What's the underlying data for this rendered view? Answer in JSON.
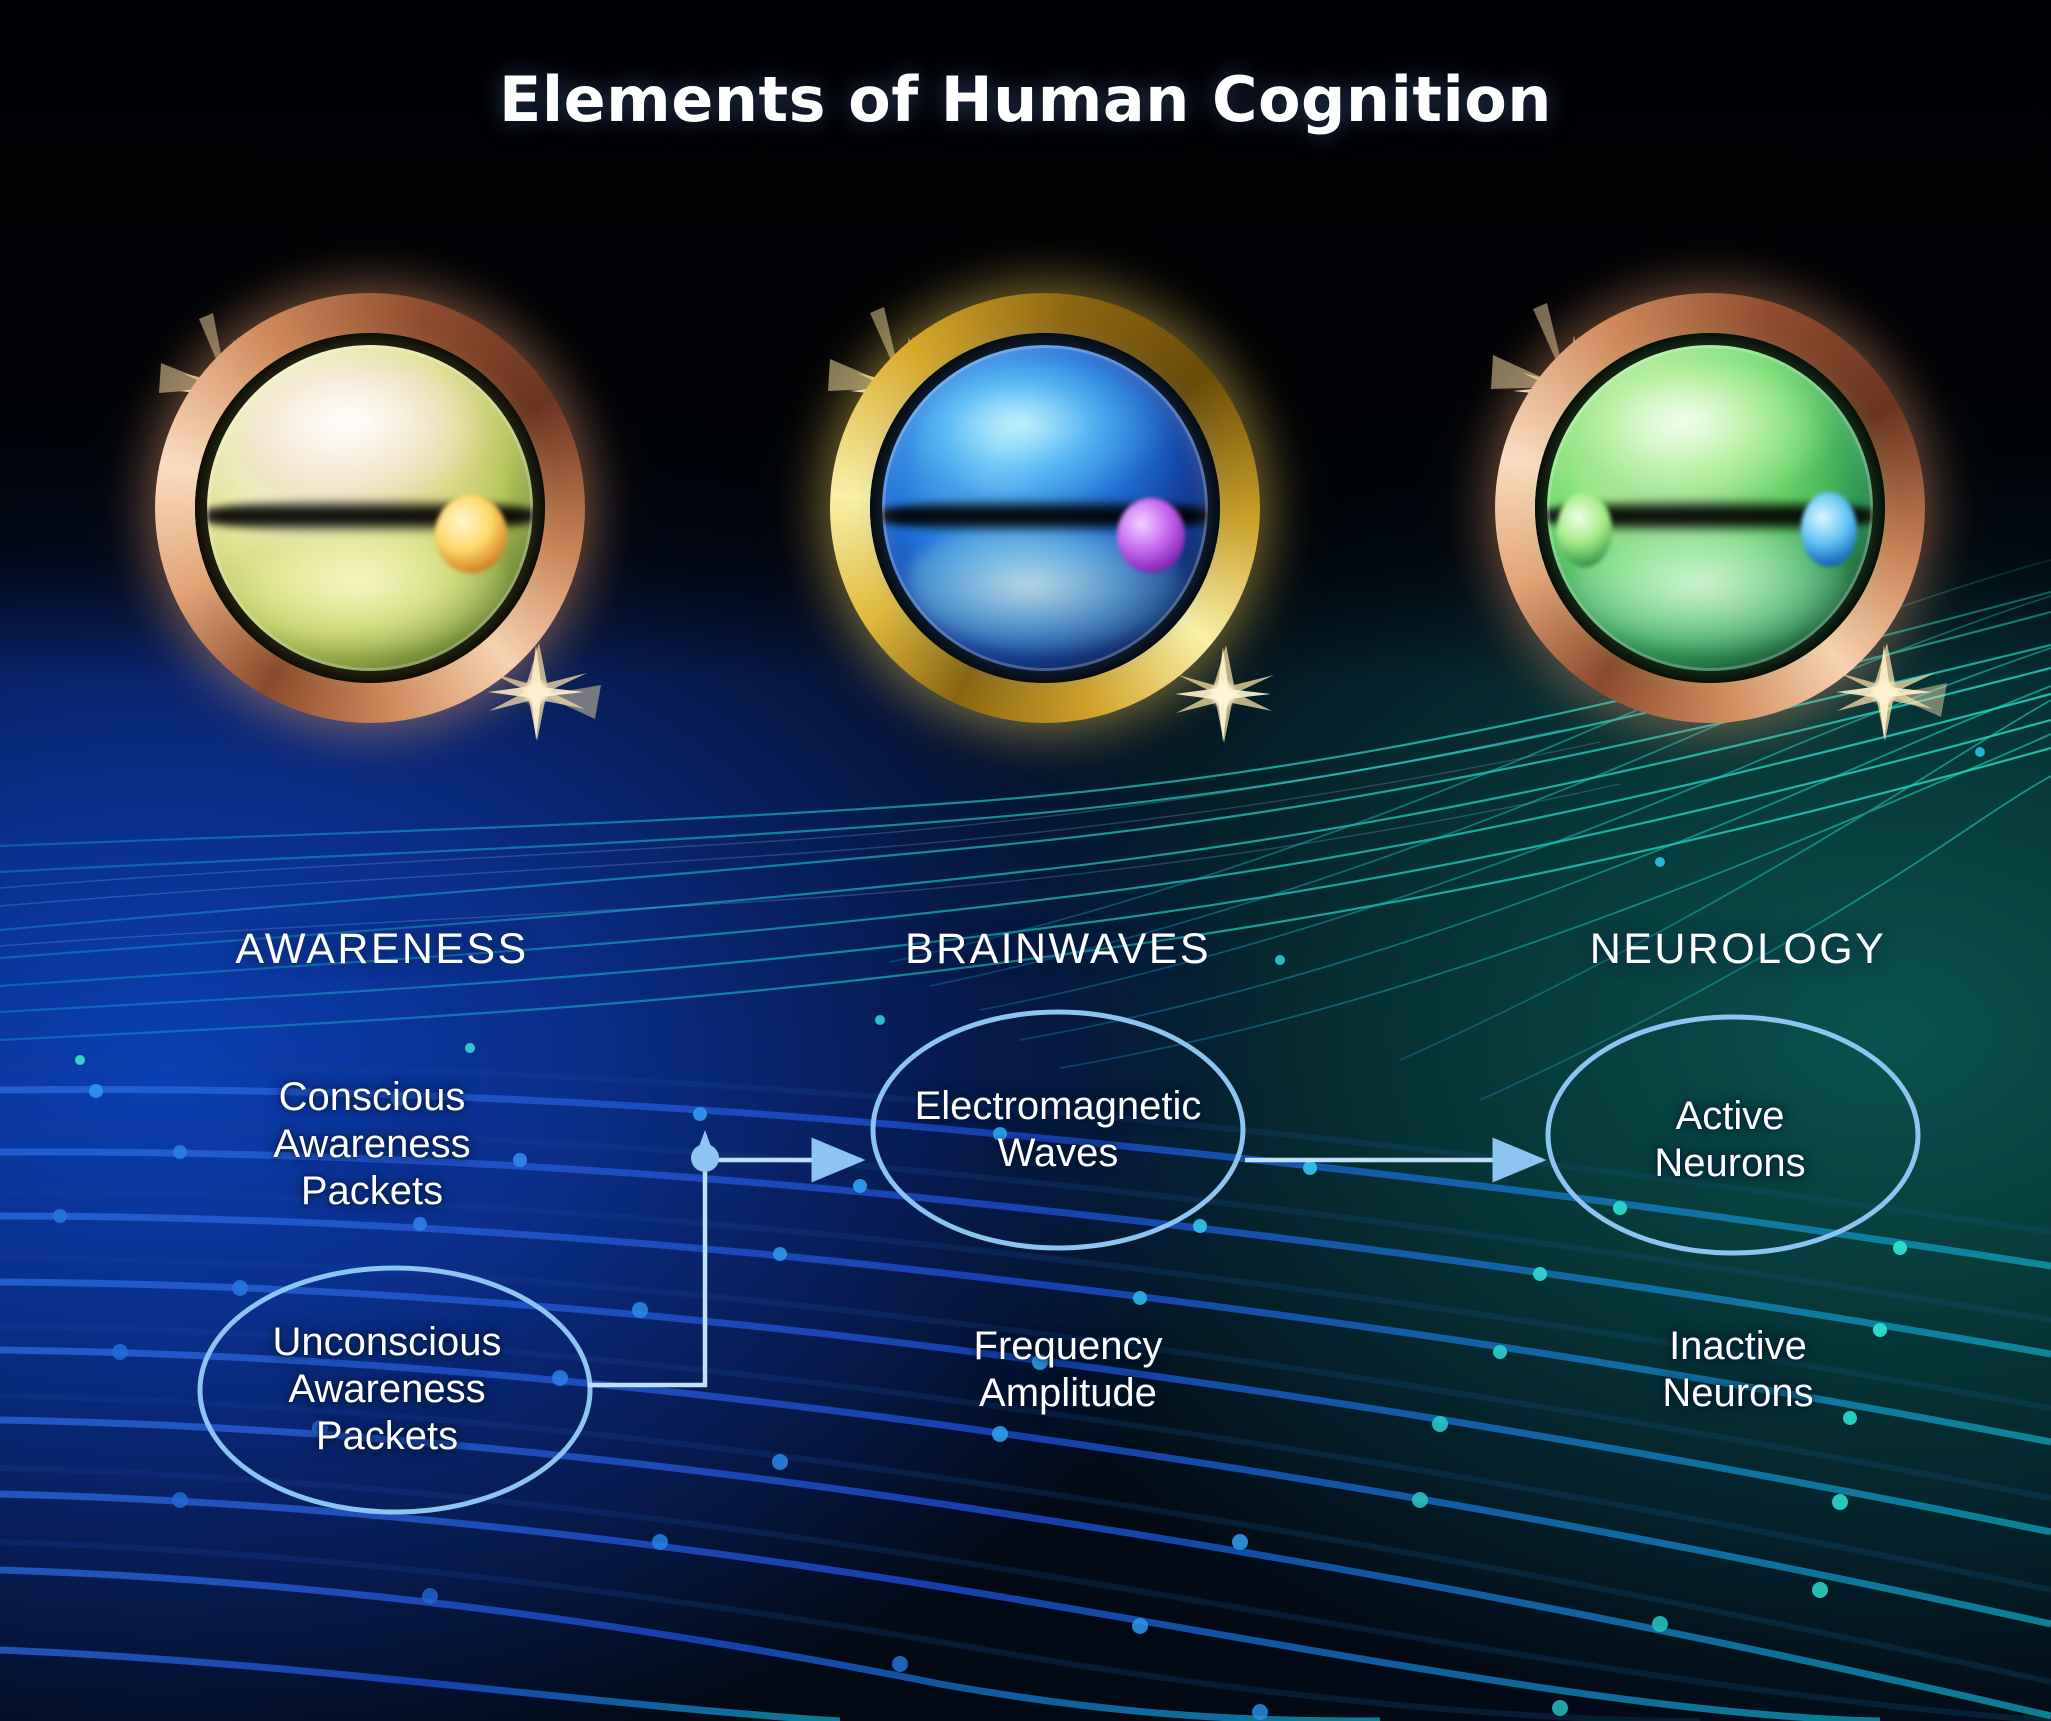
{
  "page": {
    "title": "Elements of Human Cognition",
    "background_colors": {
      "deep_navy": "#010814",
      "blue_glow": "#0b3fb4",
      "teal_glow": "#0a524e",
      "accent_line_blue": "#1d4fd8",
      "accent_line_teal": "#19c0b4",
      "outline_blue": "#74b6f0",
      "text_white": "#ffffff"
    }
  },
  "orbs": [
    {
      "name": "awareness-orb",
      "ring_color": "#c8825a",
      "ring_highlight": "#f6cdae",
      "bubble_primary": "#e8e2a8",
      "bubble_secondary": "#f3f0d8",
      "sparkle_color": "#ffe6b0",
      "label": "AWARENESS"
    },
    {
      "name": "brainwaves-orb",
      "ring_color": "#d8a72a",
      "ring_highlight": "#f9e89a",
      "bubble_primary": "#1f6fd8",
      "bubble_secondary": "#8fd6ef",
      "sparkle_color": "#ffe9a8",
      "label": "BRAINWAVES"
    },
    {
      "name": "neurology-orb",
      "ring_color": "#c8825a",
      "ring_highlight": "#f6cdae",
      "bubble_primary": "#6fdb6a",
      "bubble_secondary": "#cdf2c8",
      "sparkle_color": "#ffe6b0",
      "label": "NEUROLOGY"
    }
  ],
  "columns": [
    {
      "heading": "AWARENESS",
      "items": [
        {
          "label": "Conscious\nAwareness\nPackets",
          "lines": [
            "Conscious",
            "Awareness",
            "Packets"
          ],
          "shape": "none"
        },
        {
          "label": "Unconscious\nAwareness\nPackets",
          "lines": [
            "Unconscious",
            "Awareness",
            "Packets"
          ],
          "shape": "ellipse"
        }
      ]
    },
    {
      "heading": "BRAINWAVES",
      "items": [
        {
          "label": "Electromagnetic\nWaves",
          "lines": [
            "Electromagnetic",
            "Waves"
          ],
          "shape": "ellipse"
        },
        {
          "label": "Frequency\nAmplitude",
          "lines": [
            "Frequency",
            "Amplitude"
          ],
          "shape": "none"
        }
      ]
    },
    {
      "heading": "NEUROLOGY",
      "items": [
        {
          "label": "Active\nNeurons",
          "lines": [
            "Active",
            "Neurons"
          ],
          "shape": "ellipse"
        },
        {
          "label": "Inactive\nNeurons",
          "lines": [
            "Inactive",
            "Neurons"
          ],
          "shape": "none"
        }
      ]
    }
  ],
  "nodes": {
    "conscious_awareness_packets": {
      "l1": "Conscious",
      "l2": "Awareness",
      "l3": "Packets"
    },
    "unconscious_awareness_packets": {
      "l1": "Unconscious",
      "l2": "Awareness",
      "l3": "Packets"
    },
    "electromagnetic_waves": {
      "l1": "Electromagnetic",
      "l2": "Waves"
    },
    "frequency_amplitude": {
      "l1": "Frequency",
      "l2": "Amplitude"
    },
    "active_neurons": {
      "l1": "Active",
      "l2": "Neurons"
    },
    "inactive_neurons": {
      "l1": "Inactive",
      "l2": "Neurons"
    }
  },
  "connectors": [
    {
      "name": "unconscious-to-electromagnetic",
      "from": "unconscious_awareness_packets",
      "to": "electromagnetic_waves",
      "style": "orthogonal-with-junction-dot",
      "arrow": true
    },
    {
      "name": "electromagnetic-to-active-neurons",
      "from": "electromagnetic_waves",
      "to": "active_neurons",
      "style": "straight",
      "arrow": true
    }
  ]
}
